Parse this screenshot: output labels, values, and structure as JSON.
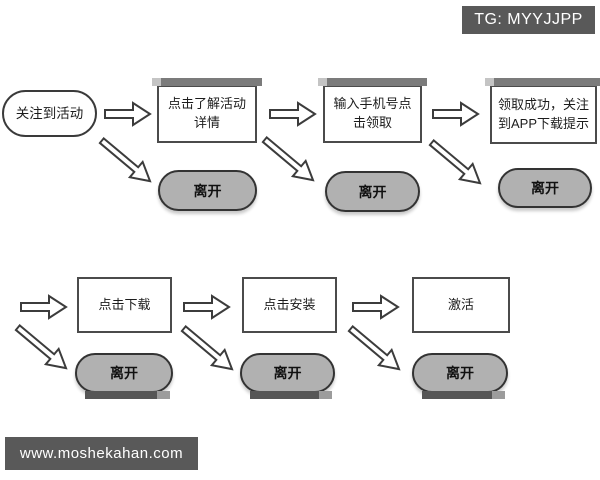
{
  "badge": {
    "telegram": "TG: MYYJJPP"
  },
  "watermark": {
    "url": "www.moshekahan.com"
  },
  "flow": {
    "row1": {
      "start": "关注到活动",
      "steps": [
        "点击了解活动详情",
        "输入手机号点击领取",
        "领取成功，关注到APP下载提示"
      ],
      "exit_label": "离开"
    },
    "row2": {
      "steps": [
        "点击下载",
        "点击安装",
        "激活"
      ],
      "exit_label": "离开"
    }
  },
  "colors": {
    "bar_background": "#595959",
    "pill_fill": "#b1b1b1",
    "outline": "#3c3c3c",
    "background": "#ffffff"
  }
}
